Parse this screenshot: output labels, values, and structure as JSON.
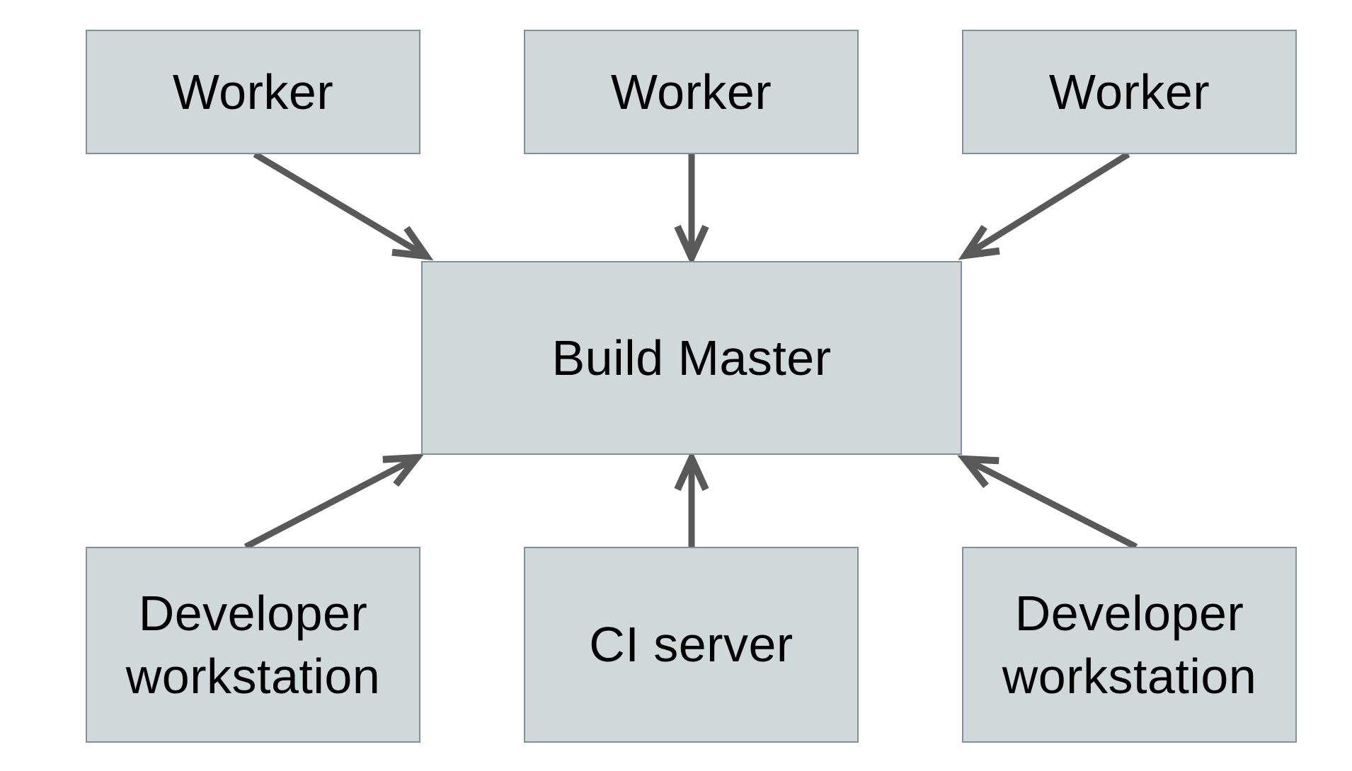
{
  "diagram": {
    "colors": {
      "background": "#ffffff",
      "box_fill": "#d1d8da",
      "box_border": "#7d929d",
      "arrow": "#595959",
      "text": "#000000"
    },
    "nodes": [
      {
        "id": "worker-1",
        "label": "Worker"
      },
      {
        "id": "worker-2",
        "label": "Worker"
      },
      {
        "id": "worker-3",
        "label": "Worker"
      },
      {
        "id": "build-master",
        "label": "Build Master"
      },
      {
        "id": "developer-workstation-left",
        "label": "Developer workstation"
      },
      {
        "id": "ci-server",
        "label": "CI server"
      },
      {
        "id": "developer-workstation-right",
        "label": "Developer workstation"
      }
    ],
    "edges": [
      {
        "from": "worker-1",
        "to": "build-master"
      },
      {
        "from": "worker-2",
        "to": "build-master"
      },
      {
        "from": "worker-3",
        "to": "build-master"
      },
      {
        "from": "developer-workstation-left",
        "to": "build-master"
      },
      {
        "from": "ci-server",
        "to": "build-master"
      },
      {
        "from": "developer-workstation-right",
        "to": "build-master"
      }
    ]
  }
}
